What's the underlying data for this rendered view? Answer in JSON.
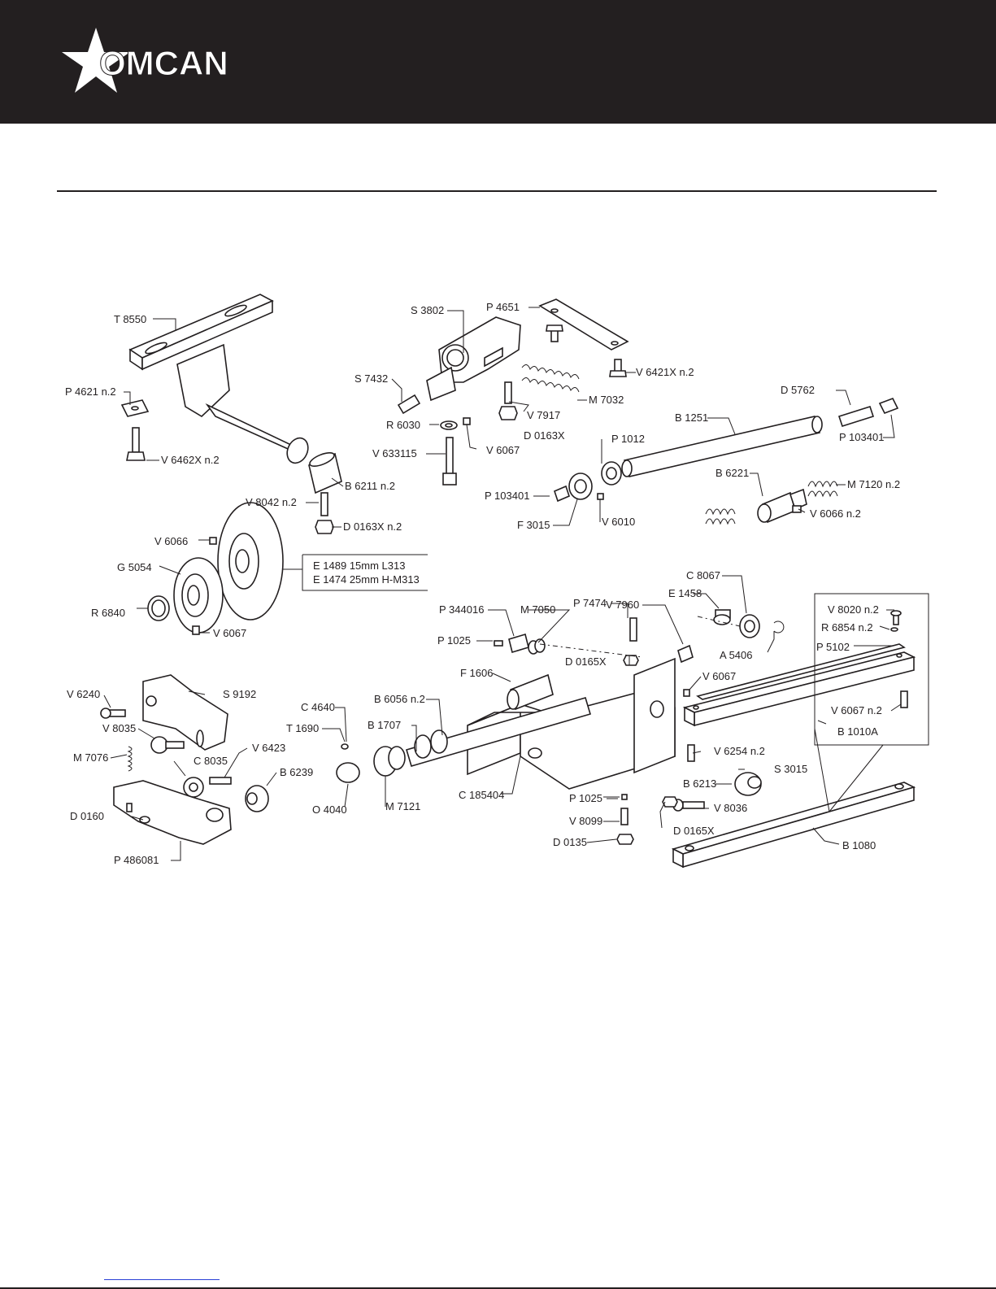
{
  "brand": {
    "name": "OMCAN"
  },
  "note": {
    "line1": "E 1489   15mm L313",
    "line2": "E 1474   25mm H-M313"
  },
  "labels": {
    "T8550": "T 8550",
    "P4621": "P 4621  n.2",
    "V6462X": "V 6462X   n.2",
    "B6211": "B 6211   n.2",
    "V8042": "V 8042  n.2",
    "D0163X_n2": "D 0163X   n.2",
    "V6066a": "V 6066",
    "G5054": "G 5054",
    "R6840": "R 6840",
    "V6067a": "V 6067",
    "S3802": "S 3802",
    "P4651": "P 4651",
    "S7432": "S 7432",
    "V6421X": "V 6421X   n.2",
    "M7032": "M 7032",
    "V7917": "V 7917",
    "R6030": "R 6030",
    "D0163X": "D 0163X",
    "V6067b": "V 6067",
    "V633115": "V 633115",
    "D5762": "D 5762",
    "B1251": "B 1251",
    "P103401a": "P 103401",
    "P1012": "P 1012",
    "B6221": "B 6221",
    "M7120": "M 7120  n.2",
    "P103401b": "P 103401",
    "F3015": "F 3015",
    "V6010": "V 6010",
    "V6066b": "V 6066   n.2",
    "C8067": "C 8067",
    "E1458": "E 1458",
    "V7960": "V 7960",
    "P344016": "P 344016",
    "M7050": "M 7050",
    "P7474": "P 7474",
    "P1025a": "P 1025",
    "D0165Xa": "D 0165X",
    "A5406": "A 5406",
    "V8020": "V 8020  n.2",
    "R6854": "R 6854  n.2",
    "P5102": "P 5102",
    "V6067c": "V 6067",
    "V6067d": "V 6067   n.2",
    "B1010A": "B 1010A",
    "F1606": "F 1606",
    "V6240": "V 6240",
    "S9192": "S 9192",
    "V8035": "V 8035",
    "M7076": "M 7076",
    "C8035": "C 8035",
    "V6423": "V 6423",
    "B6239": "B 6239",
    "C4640": "C 4640",
    "T1690": "T 1690",
    "B6056": "B 6056   n.2",
    "B1707": "B 1707",
    "O4040": "O 4040",
    "M7121": "M 7121",
    "C185404": "C 185404",
    "V6254": "V 6254   n.2",
    "S3015": "S 3015",
    "B6213": "B 6213",
    "P1025b": "P 1025",
    "V8036": "V 8036",
    "V8099": "V 8099",
    "D0165Xb": "D 0165X",
    "D0135": "D 0135",
    "B1080": "B 1080",
    "D0160": "D 0160",
    "P486081": "P 486081"
  }
}
